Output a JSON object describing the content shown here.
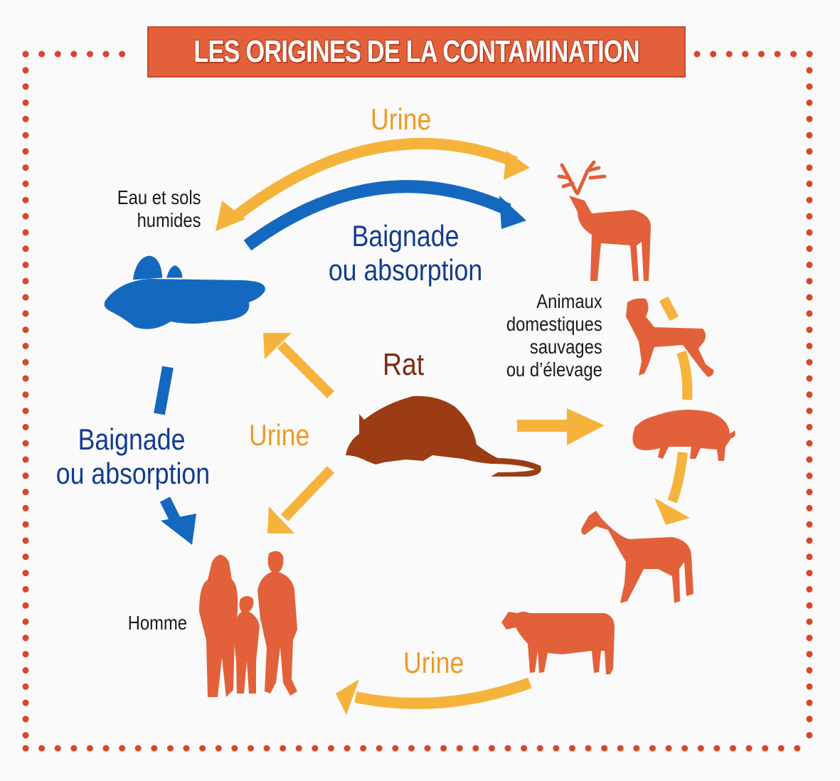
{
  "title": "LES ORIGINES DE LA CONTAMINATION",
  "colors": {
    "frame_dots": "#d9462a",
    "title_bg": "#e2613a",
    "title_text": "#ffffff",
    "urine_arrow": "#f6b33c",
    "urine_text": "#ef9a22",
    "water_blue": "#1468bf",
    "blue_text": "#123c8f",
    "animal_orange": "#e2613a",
    "rat_brown": "#9c3c14",
    "black_text": "#1a1a1a"
  },
  "nodes": {
    "water": {
      "label_line1": "Eau et sols",
      "label_line2": "humides",
      "icon": "water-puddle-icon"
    },
    "animals": {
      "label_line1": "Animaux",
      "label_line2": "domestiques",
      "label_line3": "sauvages",
      "label_line4": "ou d’élevage",
      "icons": [
        "deer-icon",
        "dog-icon",
        "pig-icon",
        "horse-icon",
        "cow-icon"
      ]
    },
    "rat": {
      "label": "Rat",
      "icon": "rat-icon"
    },
    "human": {
      "label": "Homme",
      "icon": "family-icon"
    }
  },
  "flows": {
    "animals_to_water_urine": "Urine",
    "water_to_animals_blue_line1": "Baignade",
    "water_to_animals_blue_line2": "ou absorption",
    "water_to_human_blue_line1": "Baignade",
    "water_to_human_blue_line2": "ou absorption",
    "rat_urine": "Urine",
    "animals_to_human_urine": "Urine"
  }
}
